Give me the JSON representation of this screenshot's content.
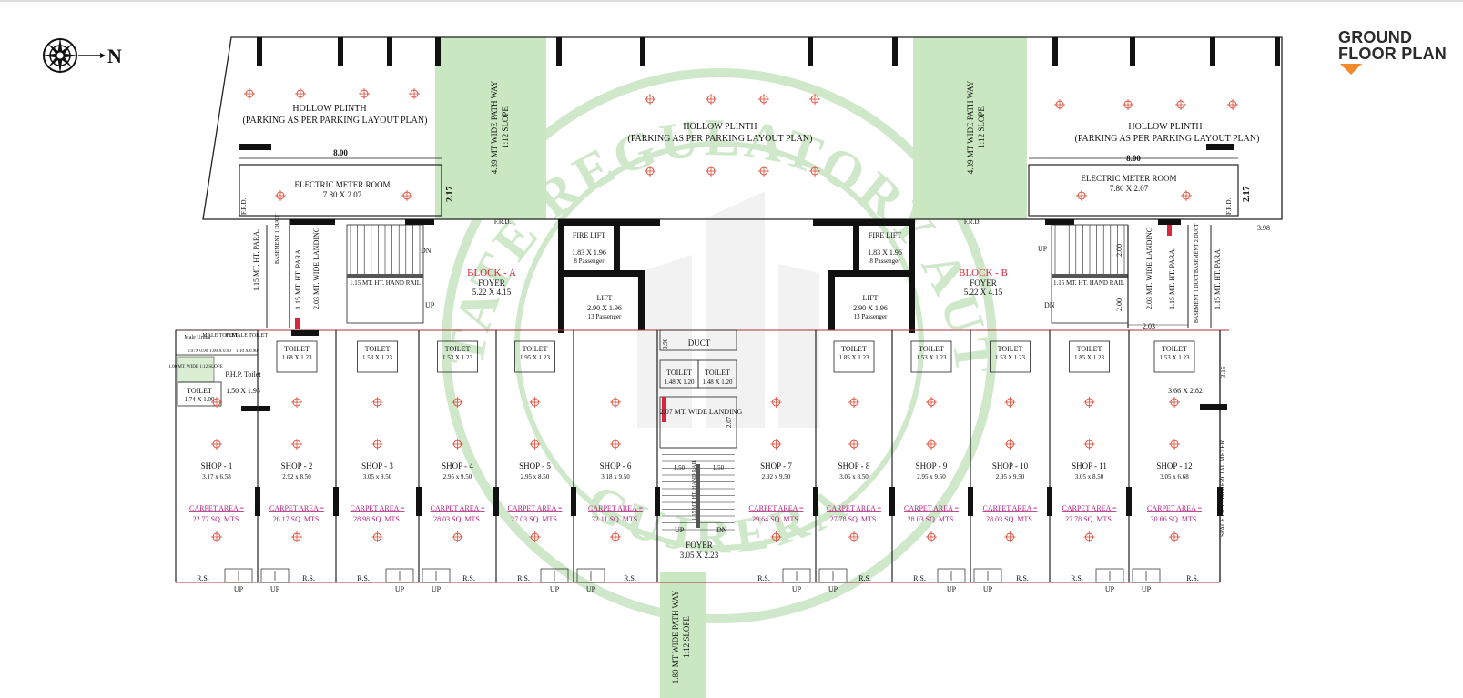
{
  "title": {
    "line1": "GROUND",
    "line2": "FLOOR PLAN"
  },
  "north_label": "N",
  "colors": {
    "accent": "#f08a2a",
    "pathway": "#c9e7c0",
    "wall": "#111111",
    "label_red": "#d7263d",
    "carpet_magenta": "#b0207d",
    "seal": "#a8d6a0"
  },
  "watermark": {
    "top_text": "REAL ESTATE REGULATORY AUTHORITY",
    "bottom_text": "GUJRERA"
  },
  "hollow_plinth": {
    "title": "HOLLOW PLINTH",
    "subtitle": "(PARKING AS PER PARKING LAYOUT PLAN)"
  },
  "pathway_top": {
    "line1": "4.39 MT WIDE PATH WAY",
    "line2": "1:12 SLOPE"
  },
  "pathway_bottom": {
    "line1": "1.80 MT WIDE PATH WAY",
    "line2": "1:12 SLOPE"
  },
  "electric_room": {
    "name": "ELECTRIC METER ROOM",
    "size": "7.80 X 2.07",
    "width_dim": "8.00",
    "height_dim": "2.17"
  },
  "frd": "F.R.D.",
  "para": "1.15 MT. HT. PARA.",
  "landing": "2.03 MT. WIDE LANDING",
  "hand_rail": "1.15 MT. HT. HAND RAIL",
  "dn": "DN",
  "up": "UP",
  "rs": "R.S.",
  "duct": "DUCT",
  "duct_short": "Duct",
  "dim_398": "3.98",
  "dim_200": "2.00",
  "dim_203": "2.03",
  "basement_duct_1": "BASEMENT 1 DUCT",
  "basement_duct_2": "BASEMENT 2 DUCT",
  "block_a": {
    "name": "BLOCK - A",
    "foyer": "FOYER",
    "foyer_size": "5.22 X 4.15"
  },
  "block_b": {
    "name": "BLOCK - B",
    "foyer": "FOYER",
    "foyer_size": "5.22 X 4.15"
  },
  "fire_lift": {
    "name": "FIRE LIFT",
    "size": "1.83 X 1.96",
    "cap": "8 Passenger"
  },
  "lift": {
    "name": "LIFT",
    "size": "2.90 X 1.96",
    "cap": "13 Passenger"
  },
  "center": {
    "landing": "2.07 MT. WIDE LANDING",
    "landing_dim": "2.07",
    "toilet_size": "1.48 X 1.20",
    "dim_150": "1.50",
    "foyer": "FOYER",
    "foyer_size": "3.05 X 2.23"
  },
  "toilet": "TOILET",
  "php": {
    "name": "P.H.P. Toilet",
    "size": "1.50 X 1.95"
  },
  "left_toilets": {
    "male_urinal": "Male Urinal",
    "male_urinal_size": "0.97X 0.90",
    "male_toilet": "MALE TOILET",
    "male_toilet_size": "1.00 X 0.90",
    "female_toilet": "FEMALE TOILET",
    "female_toilet_size": "1.10 X 0.90",
    "ramp": "1.00 MT. WIDE 1:12 SLOPE",
    "toilet_size": "1.74 X 1.00"
  },
  "right_room": {
    "size": "3.66 X 2.82",
    "dim": "3.15"
  },
  "commercial_meter": "SPACE OF COMMERCIAL METER",
  "carpet_label": "CARPET AREA =",
  "shops": [
    {
      "name": "SHOP - 1",
      "size": "3.17 x 6.58",
      "carpet": "22.77 SQ. MTS.",
      "toilet": ""
    },
    {
      "name": "SHOP - 2",
      "size": "2.92 x 8.50",
      "carpet": "26.17 SQ. MTS.",
      "toilet": "1.68 X 1.23"
    },
    {
      "name": "SHOP - 3",
      "size": "3.05 x 9.50",
      "carpet": "28.98 SQ. MTS.",
      "toilet": "1.53 X 1.23"
    },
    {
      "name": "SHOP - 4",
      "size": "2.95 x 9.50",
      "carpet": "28.03 SQ. MTS.",
      "toilet": "1.53 X 1.23"
    },
    {
      "name": "SHOP - 5",
      "size": "2.95 x 8.50",
      "carpet": "27.03 SQ. MTS.",
      "toilet": "1.95 X 1.23"
    },
    {
      "name": "SHOP - 6",
      "size": "3.18 x 9.50",
      "carpet": "32.11 SQ. MTS.",
      "toilet": ""
    },
    {
      "name": "SHOP - 7",
      "size": "2.92 x 9.50",
      "carpet": "29.64 SQ. MTS.",
      "toilet": ""
    },
    {
      "name": "SHOP - 8",
      "size": "3.05 x 8.50",
      "carpet": "27.78 SQ. MTS.",
      "toilet": "1.85 X 1.23"
    },
    {
      "name": "SHOP - 9",
      "size": "2.95 x 9.50",
      "carpet": "28.03 SQ. MTS.",
      "toilet": "1.53 X 1.23"
    },
    {
      "name": "SHOP - 10",
      "size": "2.95 x 9.50",
      "carpet": "28.03 SQ. MTS.",
      "toilet": "1.53 X 1.23"
    },
    {
      "name": "SHOP - 11",
      "size": "3.05 x 8.50",
      "carpet": "27.78 SQ. MTS.",
      "toilet": "1.85 X 1.23"
    },
    {
      "name": "SHOP - 12",
      "size": "3.05 x 6.68",
      "carpet": "30.66 SQ. MTS.",
      "toilet": "1.53 X 1.23"
    }
  ]
}
